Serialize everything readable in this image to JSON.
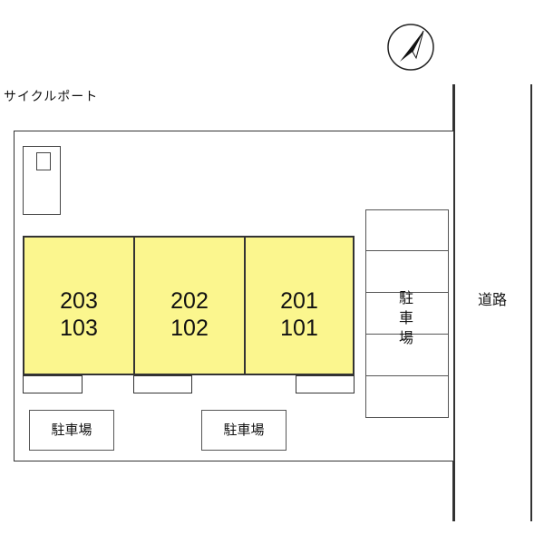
{
  "compass": {
    "icon": "north-arrow-icon"
  },
  "cycle_port": {
    "label": "サイクルポート"
  },
  "units": [
    {
      "upper": "203",
      "lower": "103"
    },
    {
      "upper": "202",
      "lower": "102"
    },
    {
      "upper": "201",
      "lower": "101"
    }
  ],
  "parking": {
    "side_label_chars": [
      "駐",
      "車",
      "場"
    ],
    "lot_bottom_left": "駐車場",
    "lot_bottom_center": "駐車場"
  },
  "road": {
    "label": "道路"
  },
  "colors": {
    "unit_fill": "#fbf68e",
    "outline": "#333333"
  }
}
